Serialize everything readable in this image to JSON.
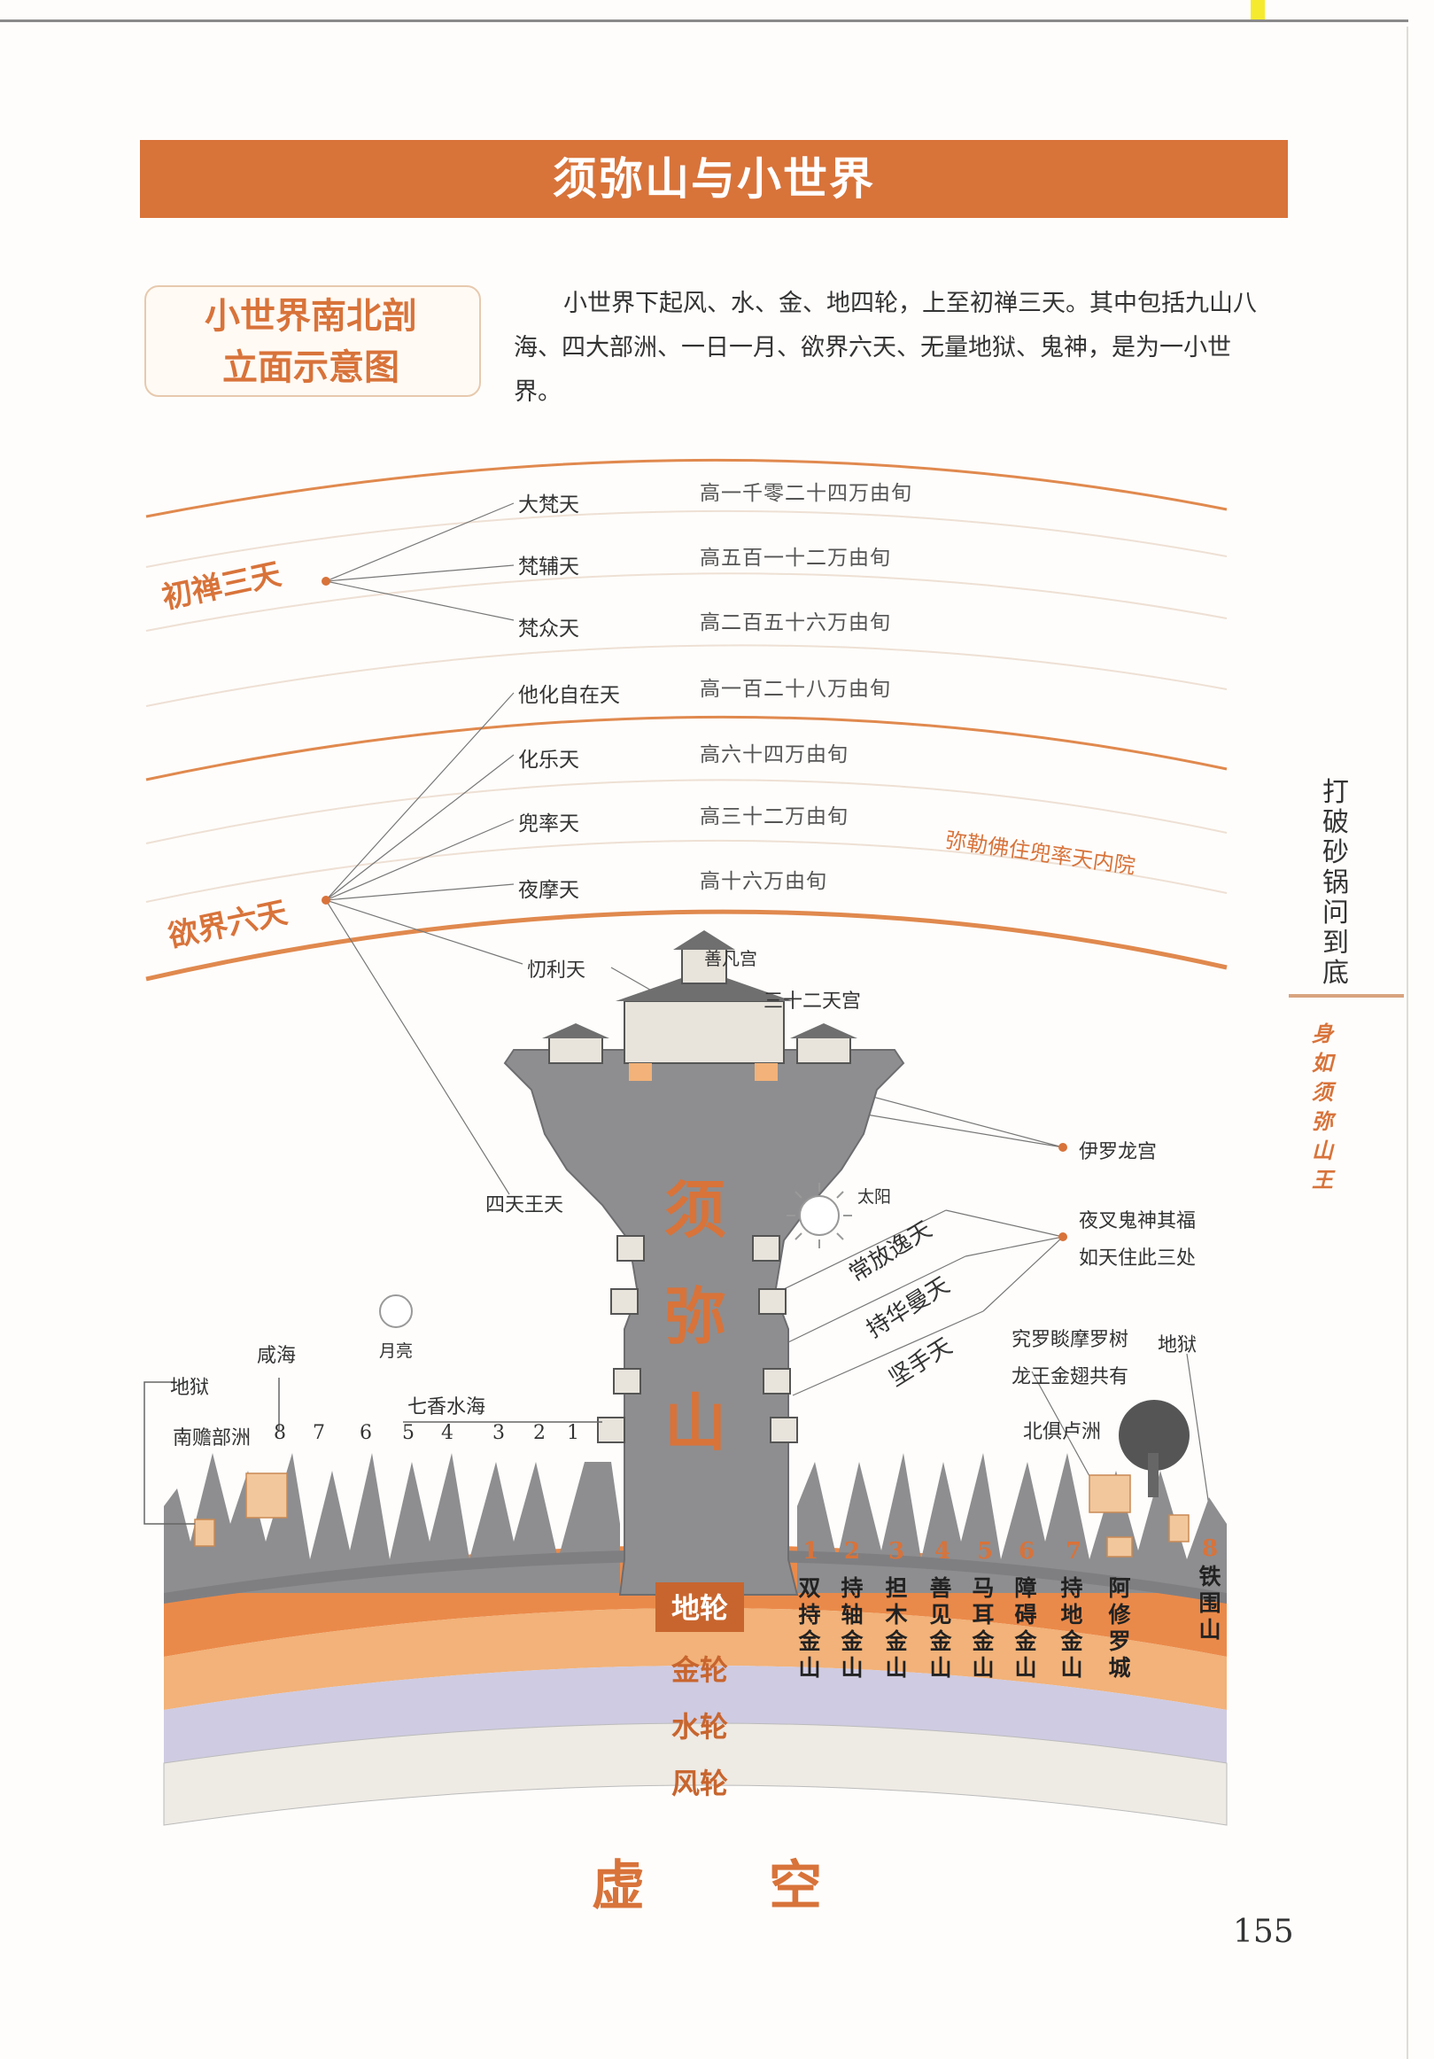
{
  "banner": {
    "title": "须弥山与小世界"
  },
  "diagram_label": {
    "line1": "小世界南北剖",
    "line2": "立面示意图"
  },
  "intro": "小世界下起风、水、金、地四轮，上至初禅三天。其中包括九山八海、四大部洲、一日一月、欲界六天、无量地狱、鬼神，是为一小世界。",
  "groups": {
    "chuchan": "初禅三天",
    "yujie": "欲界六天"
  },
  "heavens": [
    {
      "name": "大梵天",
      "height": "高一千零二十四万由旬"
    },
    {
      "name": "梵辅天",
      "height": "高五百一十二万由旬"
    },
    {
      "name": "梵众天",
      "height": "高二百五十六万由旬"
    },
    {
      "name": "他化自在天",
      "height": "高一百二十八万由旬"
    },
    {
      "name": "化乐天",
      "height": "高六十四万由旬"
    },
    {
      "name": "兜率天",
      "height": "高三十二万由旬"
    },
    {
      "name": "夜摩天",
      "height": "高十六万由旬"
    }
  ],
  "maitreya_note": "弥勒佛住兜率天内院",
  "mountain": {
    "trayastrimsa": "忉利天",
    "shanfan": "善凡宫",
    "palaces33": "三十二天宫",
    "yiluo": "伊罗龙宫",
    "sitianwang": "四天王天",
    "char1": "须",
    "char2": "弥",
    "char3": "山",
    "sun": "太阳",
    "moon": "月亮",
    "yaksha1": "夜叉鬼神其福",
    "yaksha2": "如天住此三处",
    "terrace1": "常放逸天",
    "terrace2": "持华曼天",
    "terrace3": "坚手天",
    "tree1": "究罗睒摩罗树",
    "tree2": "龙王金翅共有",
    "hell_right": "地狱",
    "beiju": "北俱卢洲",
    "hell_left": "地狱",
    "xianhai": "咸海",
    "nanzhan": "南赡部洲",
    "qixiang": "七香水海",
    "sea_numbers": [
      "8",
      "7",
      "6",
      "5",
      "4",
      "3",
      "2",
      "1"
    ]
  },
  "nine_mountains": [
    {
      "num": "1",
      "name": "双持金山"
    },
    {
      "num": "2",
      "name": "持轴金山"
    },
    {
      "num": "3",
      "name": "担木金山"
    },
    {
      "num": "4",
      "name": "善见金山"
    },
    {
      "num": "5",
      "name": "马耳金山"
    },
    {
      "num": "6",
      "name": "障碍金山"
    },
    {
      "num": "7",
      "name": "持地金山"
    },
    {
      "num": "",
      "name": "阿修罗城"
    },
    {
      "num": "8",
      "name": "铁围山"
    }
  ],
  "wheels": {
    "earth": "地轮",
    "gold": "金轮",
    "water": "水轮",
    "wind": "风轮"
  },
  "void": {
    "c1": "虚",
    "c2": "空"
  },
  "sidebar": {
    "title": "打破砂锅问到底",
    "subtitle": "身如须弥山王"
  },
  "page_number": "155",
  "colors": {
    "accent": "#d8733a",
    "mountain": "#8e8e90",
    "earth": "#e8884a",
    "gold": "#f0b27a",
    "water": "#c9c6e0",
    "wind": "#ece8e2"
  }
}
